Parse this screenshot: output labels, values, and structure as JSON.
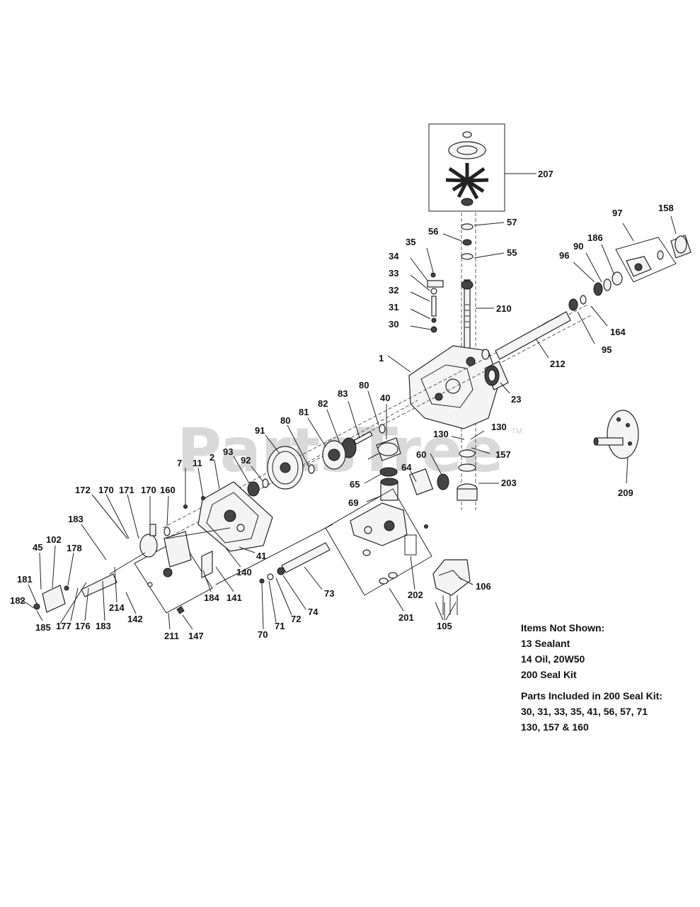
{
  "watermark": "PartsTree",
  "watermark_tm": "TM",
  "labels": {
    "l207": "207",
    "l57": "57",
    "l56": "56",
    "l55": "55",
    "l35": "35",
    "l34": "34",
    "l33": "33",
    "l32": "32",
    "l31": "31",
    "l30": "30",
    "l210": "210",
    "l97": "97",
    "l158": "158",
    "l186": "186",
    "l90": "90",
    "l96": "96",
    "l164": "164",
    "l95": "95",
    "l212": "212",
    "l1": "1",
    "l23": "23",
    "l80a": "80",
    "l83": "83",
    "l40": "40",
    "l82": "82",
    "l81": "81",
    "l80b": "80",
    "l91": "91",
    "l92": "92",
    "l93": "93",
    "l130a": "130",
    "l130b": "130",
    "l157": "157",
    "l60": "60",
    "l64": "64",
    "l65": "65",
    "l203": "203",
    "l69": "69",
    "l209": "209",
    "l2": "2",
    "l11": "11",
    "l7": "7",
    "l172": "172",
    "l170a": "170",
    "l171": "171",
    "l170b": "170",
    "l160": "160",
    "l183a": "183",
    "l45": "45",
    "l102": "102",
    "l178": "178",
    "l181": "181",
    "l182": "182",
    "l185": "185",
    "l177": "177",
    "l176": "176",
    "l183b": "183",
    "l214": "214",
    "l142": "142",
    "l211": "211",
    "l147": "147",
    "l184": "184",
    "l141": "141",
    "l140": "140",
    "l41": "41",
    "l73": "73",
    "l74": "74",
    "l72": "72",
    "l71": "71",
    "l70": "70",
    "l201": "201",
    "l202": "202",
    "l106": "106",
    "l105": "105"
  },
  "notes": {
    "not_shown_title": "Items Not Shown:",
    "item_13": "13 Sealant",
    "item_14": "14 Oil, 20W50",
    "item_200": "200 Seal Kit",
    "seal_kit_title": "Parts Included in 200 Seal Kit:",
    "seal_kit_line1": "30, 31, 33, 35, 41, 56, 57, 71",
    "seal_kit_line2": "130, 157 & 160"
  },
  "colors": {
    "ink": "#111111",
    "watermark": "#d9d9d9"
  }
}
